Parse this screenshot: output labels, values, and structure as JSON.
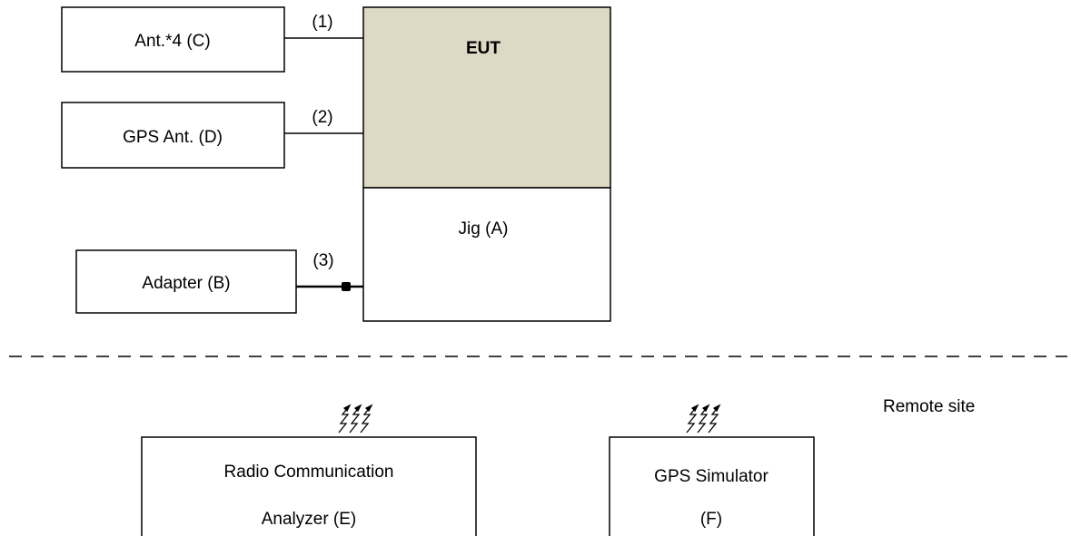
{
  "boxes": {
    "ant": "Ant.*4 (C)",
    "gps_ant": "GPS Ant. (D)",
    "adapter": "Adapter (B)",
    "eut": "EUT",
    "jig": "Jig (A)",
    "analyzer_line1": "Radio Communication",
    "analyzer_line2": "Analyzer (E)",
    "gps_sim_line1": "GPS Simulator",
    "gps_sim_line2": "(F)"
  },
  "cables": {
    "c1": "(1)",
    "c2": "(2)",
    "c3": "(3)"
  },
  "remote_site_label": "Remote site",
  "colors": {
    "eut_fill": "#DDD9C4",
    "stroke": "#000000",
    "background": "#FFFFFF"
  }
}
